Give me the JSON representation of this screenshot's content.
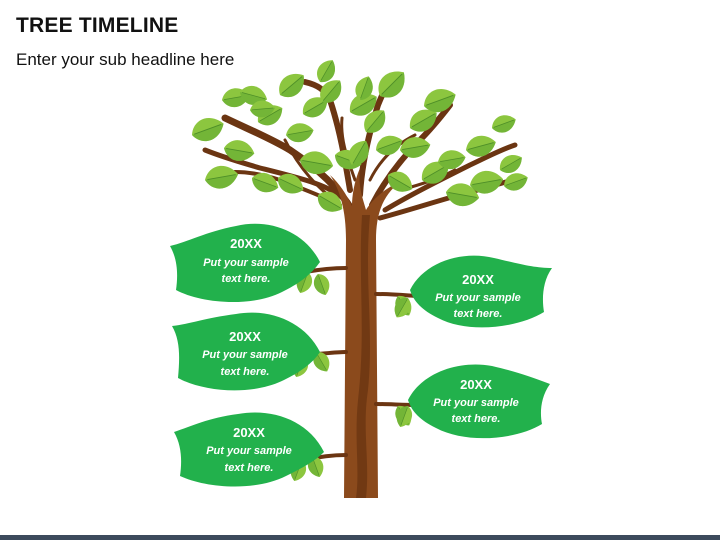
{
  "header": {
    "title": "TREE TIMELINE",
    "subtitle": "Enter your sub headline here"
  },
  "timeline": [
    {
      "year": "20XX",
      "line1": "Put your sample",
      "line2": "text here."
    },
    {
      "year": "20XX",
      "line1": "Put your sample",
      "line2": "text here."
    },
    {
      "year": "20XX",
      "line1": "Put your sample",
      "line2": "text here."
    },
    {
      "year": "20XX",
      "line1": "Put your sample",
      "line2": "text here."
    },
    {
      "year": "20XX",
      "line1": "Put your sample",
      "line2": "text here."
    }
  ],
  "colors": {
    "leaf_light": "#8cc63f",
    "leaf_dark": "#5ea832",
    "milestone_leaf": "#22b14c",
    "trunk": "#8b4a1c",
    "trunk_dark": "#5c2c0d",
    "bottom_bar": "#3c4a5c"
  }
}
